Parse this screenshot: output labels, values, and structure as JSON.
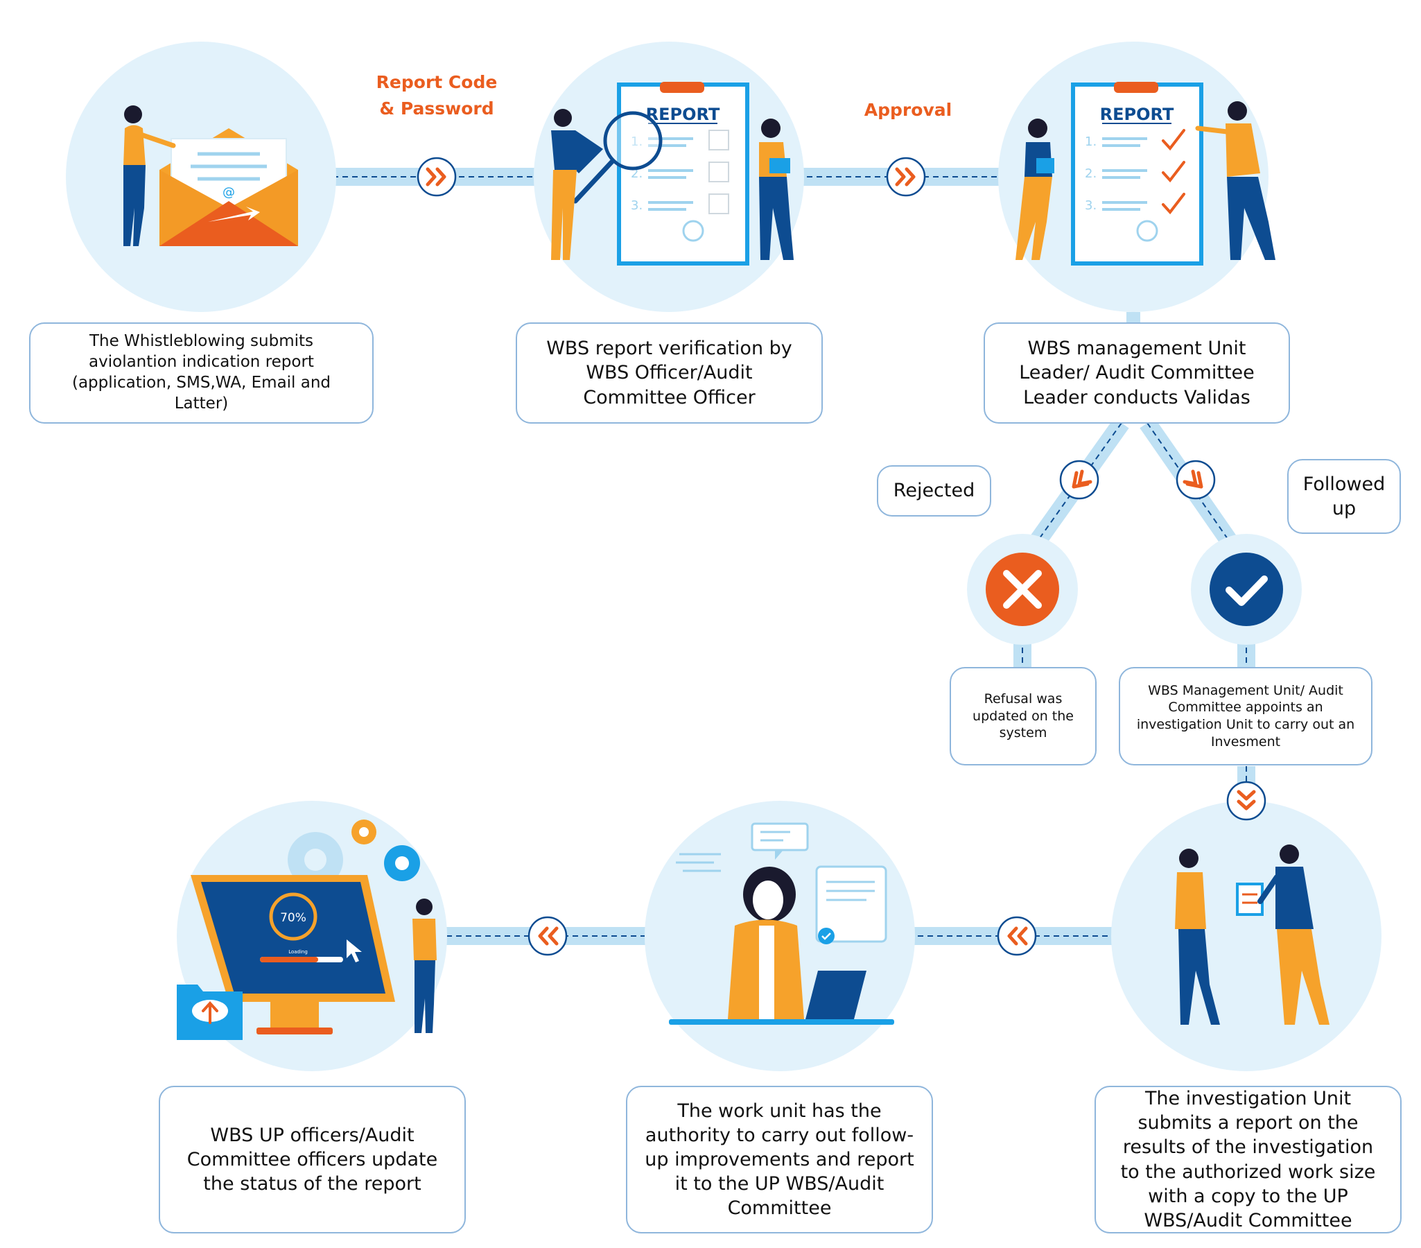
{
  "connectors": {
    "step1_to_2": "Report Code\n& Password",
    "step2_to_3": "Approval"
  },
  "steps": {
    "submit": "The Whistleblowing submits aviolantion indication report (application, SMS,WA, Email and Latter)",
    "verify": "WBS report verification by WBS Officer/Audit Committee Officer",
    "validate": "WBS management Unit Leader/ Audit Committee Leader conducts Validas",
    "refusal": "Refusal was updated on the system",
    "appoint": "WBS Management Unit/ Audit Committee appoints an investigation Unit to carry out an Invesment",
    "investigation_report": "The investigation Unit submits a report on the results of the investigation to the authorized work size with a copy to the UP WBS/Audit Committee",
    "follow_up": "The work unit has the authority to carry out follow-up improvements and report it to the UP WBS/Audit Committee",
    "update_status": "WBS UP officers/Audit Committee officers update the status of the report"
  },
  "branches": {
    "rejected": "Rejected",
    "followed_up": "Followed up"
  },
  "illustrations": {
    "report_title": "REPORT",
    "checklist_numbers": [
      "1.",
      "2.",
      "3."
    ],
    "at_sign": "@",
    "progress_value": "70%",
    "loading_label": "Loading"
  },
  "colors": {
    "accent_orange": "#ea5d1f",
    "light_orange": "#f6a22b",
    "navy": "#0d4c91",
    "connector_blue": "#bfe1f4",
    "circle_bg": "#e2f2fb",
    "box_border": "#8fb6dc",
    "report_blue": "#1aa0e6"
  },
  "icons": [
    "envelope-icon",
    "magnifier-icon",
    "clipboard-icon",
    "reject-icon",
    "approve-icon",
    "chevron-right-icon",
    "chevron-down-icon",
    "chevron-left-icon",
    "gear-icon",
    "upload-folder-icon",
    "laptop-icon",
    "cursor-icon"
  ]
}
